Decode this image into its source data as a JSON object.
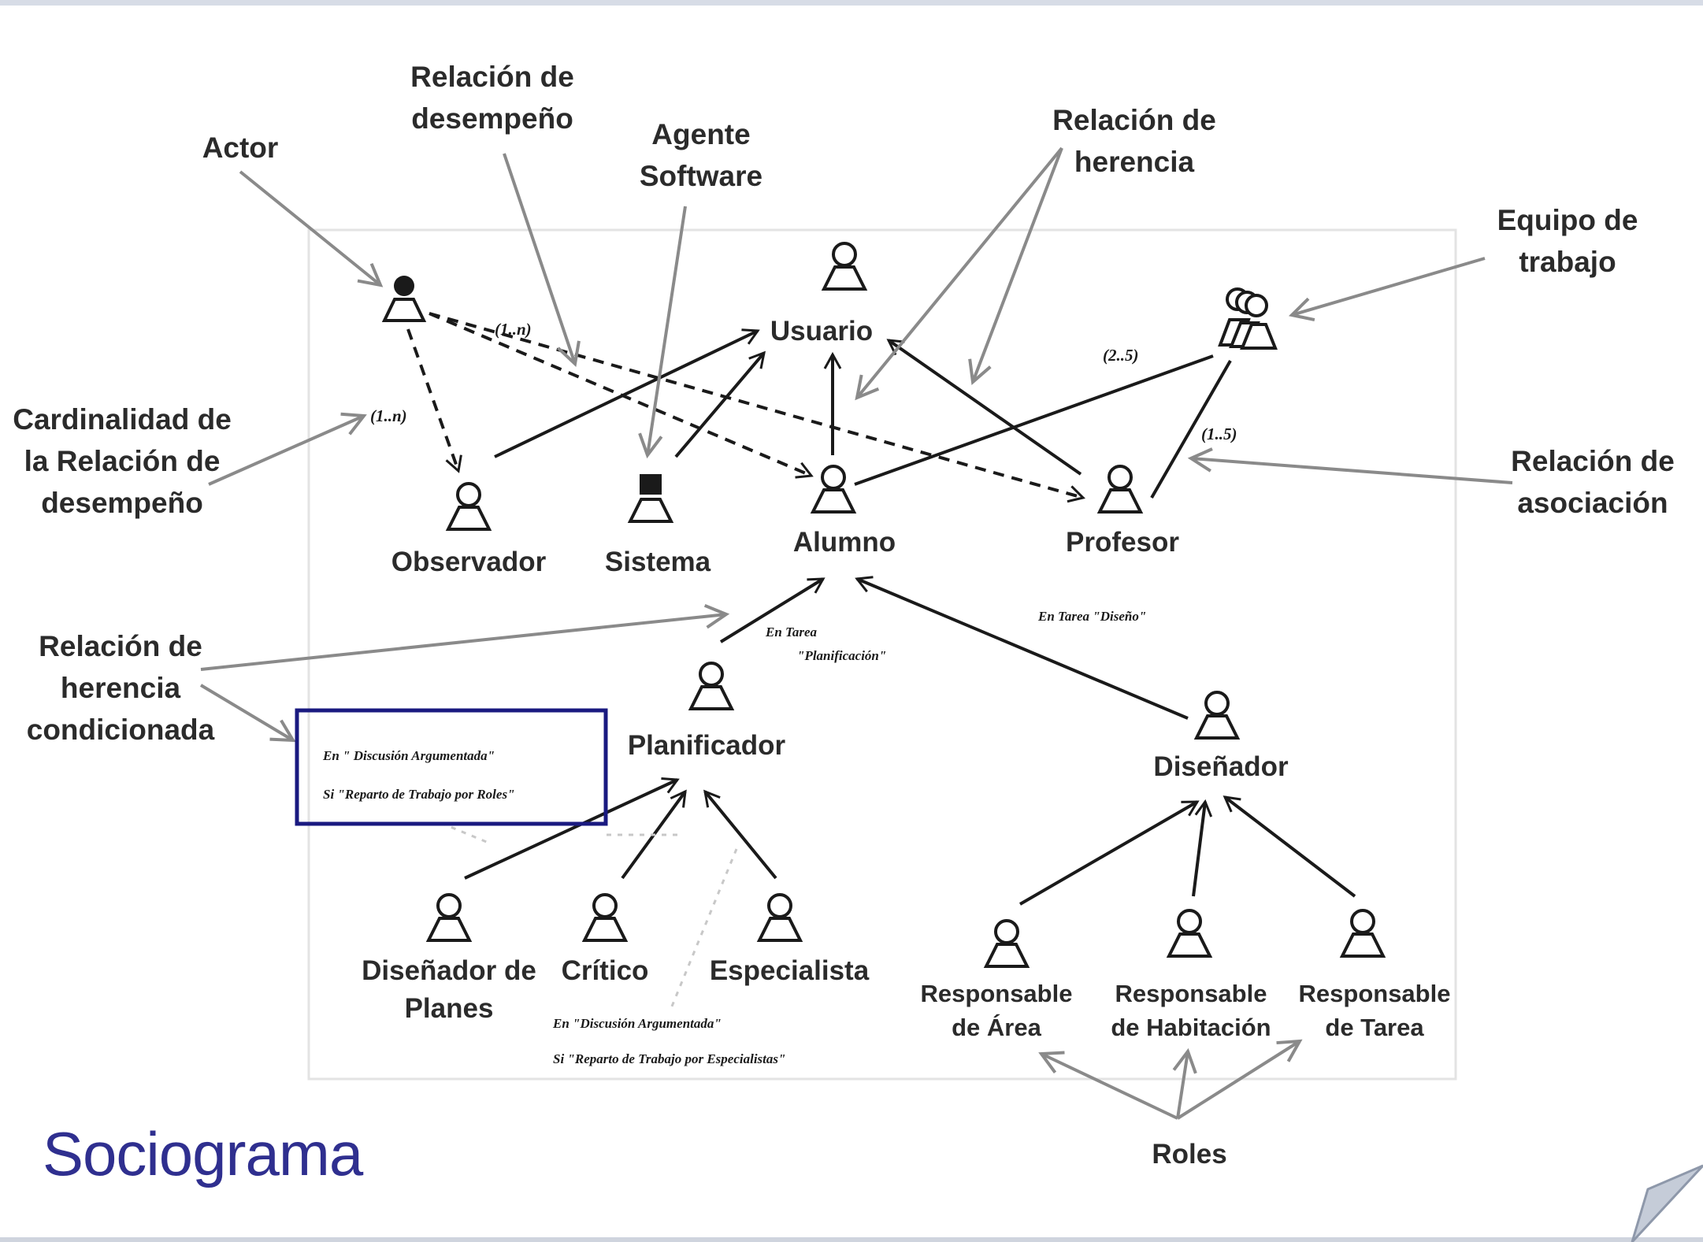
{
  "title": "Sociograma",
  "colors": {
    "title": "#2f2f8f",
    "highlight_box": "#1a1a80",
    "arrows": "#8a8a8a",
    "lines": "#1a1a1a"
  },
  "annotations": {
    "actor": "Actor",
    "relacion_desempeno": [
      "Relación de",
      "desempeño"
    ],
    "agente_software": [
      "Agente",
      "Software"
    ],
    "relacion_herencia": [
      "Relación de",
      "herencia"
    ],
    "equipo_trabajo": [
      "Equipo de",
      "trabajo"
    ],
    "cardinalidad": [
      "Cardinalidad de",
      "la Relación de",
      "desempeño"
    ],
    "relacion_asociacion": [
      "Relación de",
      "asociación"
    ],
    "herencia_condicionada": [
      "Relación de",
      "herencia",
      "condicionada"
    ],
    "roles": "Roles"
  },
  "nodes": {
    "usuario": "Usuario",
    "observador": "Observador",
    "sistema": "Sistema",
    "alumno": "Alumno",
    "profesor": "Profesor",
    "planificador": "Planificador",
    "disenador": "Diseñador",
    "disenador_planes": [
      "Diseñador de",
      "Planes"
    ],
    "critico": "Crítico",
    "especialista": "Especialista",
    "resp_area": [
      "Responsable",
      "de Área"
    ],
    "resp_habitacion": [
      "Responsable",
      "de Habitación"
    ],
    "resp_tarea": [
      "Responsable",
      "de Tarea"
    ]
  },
  "cardinalities": {
    "actor_usuario": "(1..n)",
    "actor_observador": "(1..n)",
    "equipo_alumno": "(2..5)",
    "equipo_profesor": "(1..5)"
  },
  "conditions": {
    "tarea_planificacion": [
      "En Tarea",
      "\"Planificación\""
    ],
    "tarea_diseno": "En Tarea \"Diseño\"",
    "box_line1": "En \" Discusión Argumentada\"",
    "box_line2": "Si \"Reparto de Trabajo por Roles\"",
    "especialistas_line1": "En \"Discusión Argumentada\"",
    "especialistas_line2": "Si \"Reparto de Trabajo por Especialistas\""
  }
}
